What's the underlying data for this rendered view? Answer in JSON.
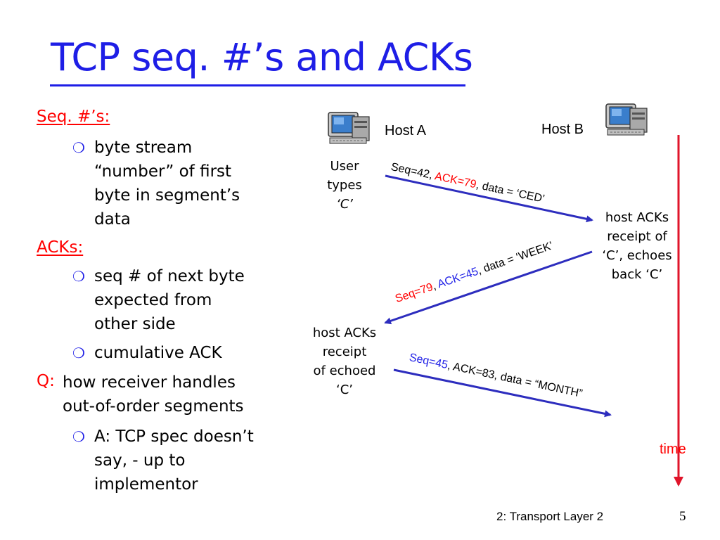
{
  "title": "TCP seq. #’s and ACKs",
  "left": {
    "seq_heading": "Seq. #’s:",
    "seq_bullet1": [
      "byte stream",
      "“number” of first",
      "byte in segment’s",
      "data"
    ],
    "acks_heading": "ACKs:",
    "acks_bullet1": [
      "seq # of next byte",
      "expected from",
      "other side"
    ],
    "acks_bullet2": "cumulative ACK",
    "q_letter": "Q:",
    "q_text": [
      "how receiver handles",
      "out-of-order segments"
    ],
    "q_bullet": [
      "A: TCP spec doesn’t",
      "say, - up to",
      "implementor"
    ],
    "bullet_glyph": "❍"
  },
  "diagram": {
    "host_a": "Host A",
    "host_b": "Host B",
    "label_a1": [
      "User",
      "types",
      "‘C’"
    ],
    "label_b1": [
      "host ACKs",
      "receipt of",
      "‘C’, echoes",
      "back ‘C’"
    ],
    "label_a2": [
      "host ACKs",
      "receipt",
      "of echoed",
      "‘C’"
    ],
    "msg1": {
      "p1": "Seq=42",
      "p2": ", ",
      "p3": "ACK=79",
      "p4": ", data = ‘CED’"
    },
    "msg2": {
      "p1": "Seq=79",
      "p2": ", ",
      "p3": "ACK=45",
      "p4": ", data = ‘WEEK’"
    },
    "msg3": {
      "p1": "Seq=45",
      "p2": ", ACK=83, data = “MONTH”"
    },
    "time_label": "time",
    "colors": {
      "arrow": "#2d2dbe",
      "time_arrow": "#e0142a",
      "accent_red": "#ff0000",
      "accent_blue": "#1e1ee6"
    },
    "icons": [
      "computer-icon",
      "computer-icon"
    ]
  },
  "footer": {
    "text": "2: Transport Layer 2",
    "page": "5"
  }
}
